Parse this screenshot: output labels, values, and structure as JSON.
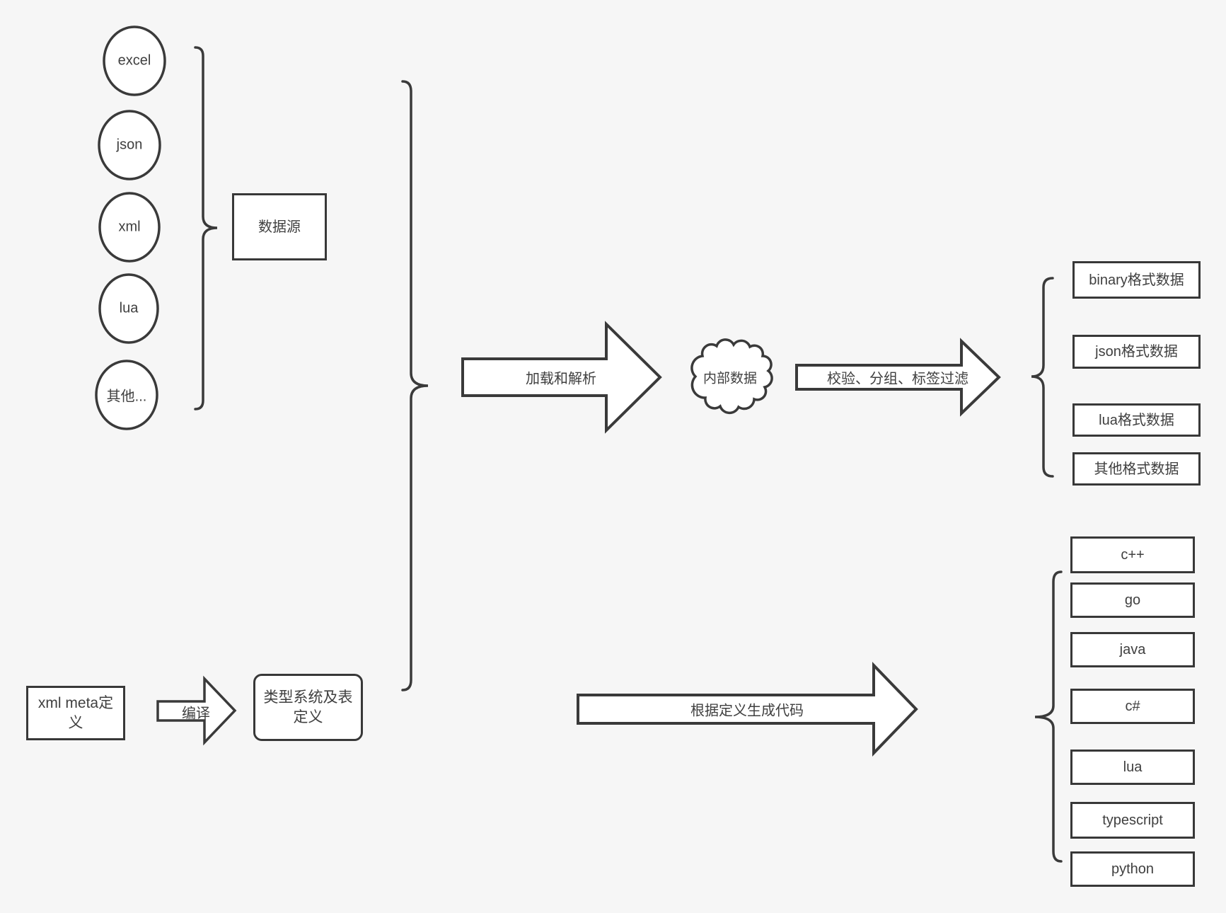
{
  "colors": {
    "background": "#f6f6f6",
    "stroke": "#3a3a3a",
    "text": "#3f3f3f",
    "shape_fill": "#ffffff"
  },
  "sources": {
    "items": [
      "excel",
      "json",
      "xml",
      "lua",
      "其他..."
    ],
    "group_label": "数据源"
  },
  "pipeline": {
    "load_arrow_label": "加载和解析",
    "cloud_label": "内部数据",
    "filter_arrow_label": "校验、分组、标签过滤",
    "output_formats": [
      "binary格式数据",
      "json格式数据",
      "lua格式数据",
      "其他格式数据"
    ]
  },
  "codegen": {
    "xml_meta_label": "xml meta定义",
    "compile_arrow_label": "编译",
    "type_system_label": "类型系统及表定义",
    "codegen_arrow_label": "根据定义生成代码",
    "languages": [
      "c++",
      "go",
      "java",
      "c#",
      "lua",
      "typescript",
      "python"
    ]
  }
}
